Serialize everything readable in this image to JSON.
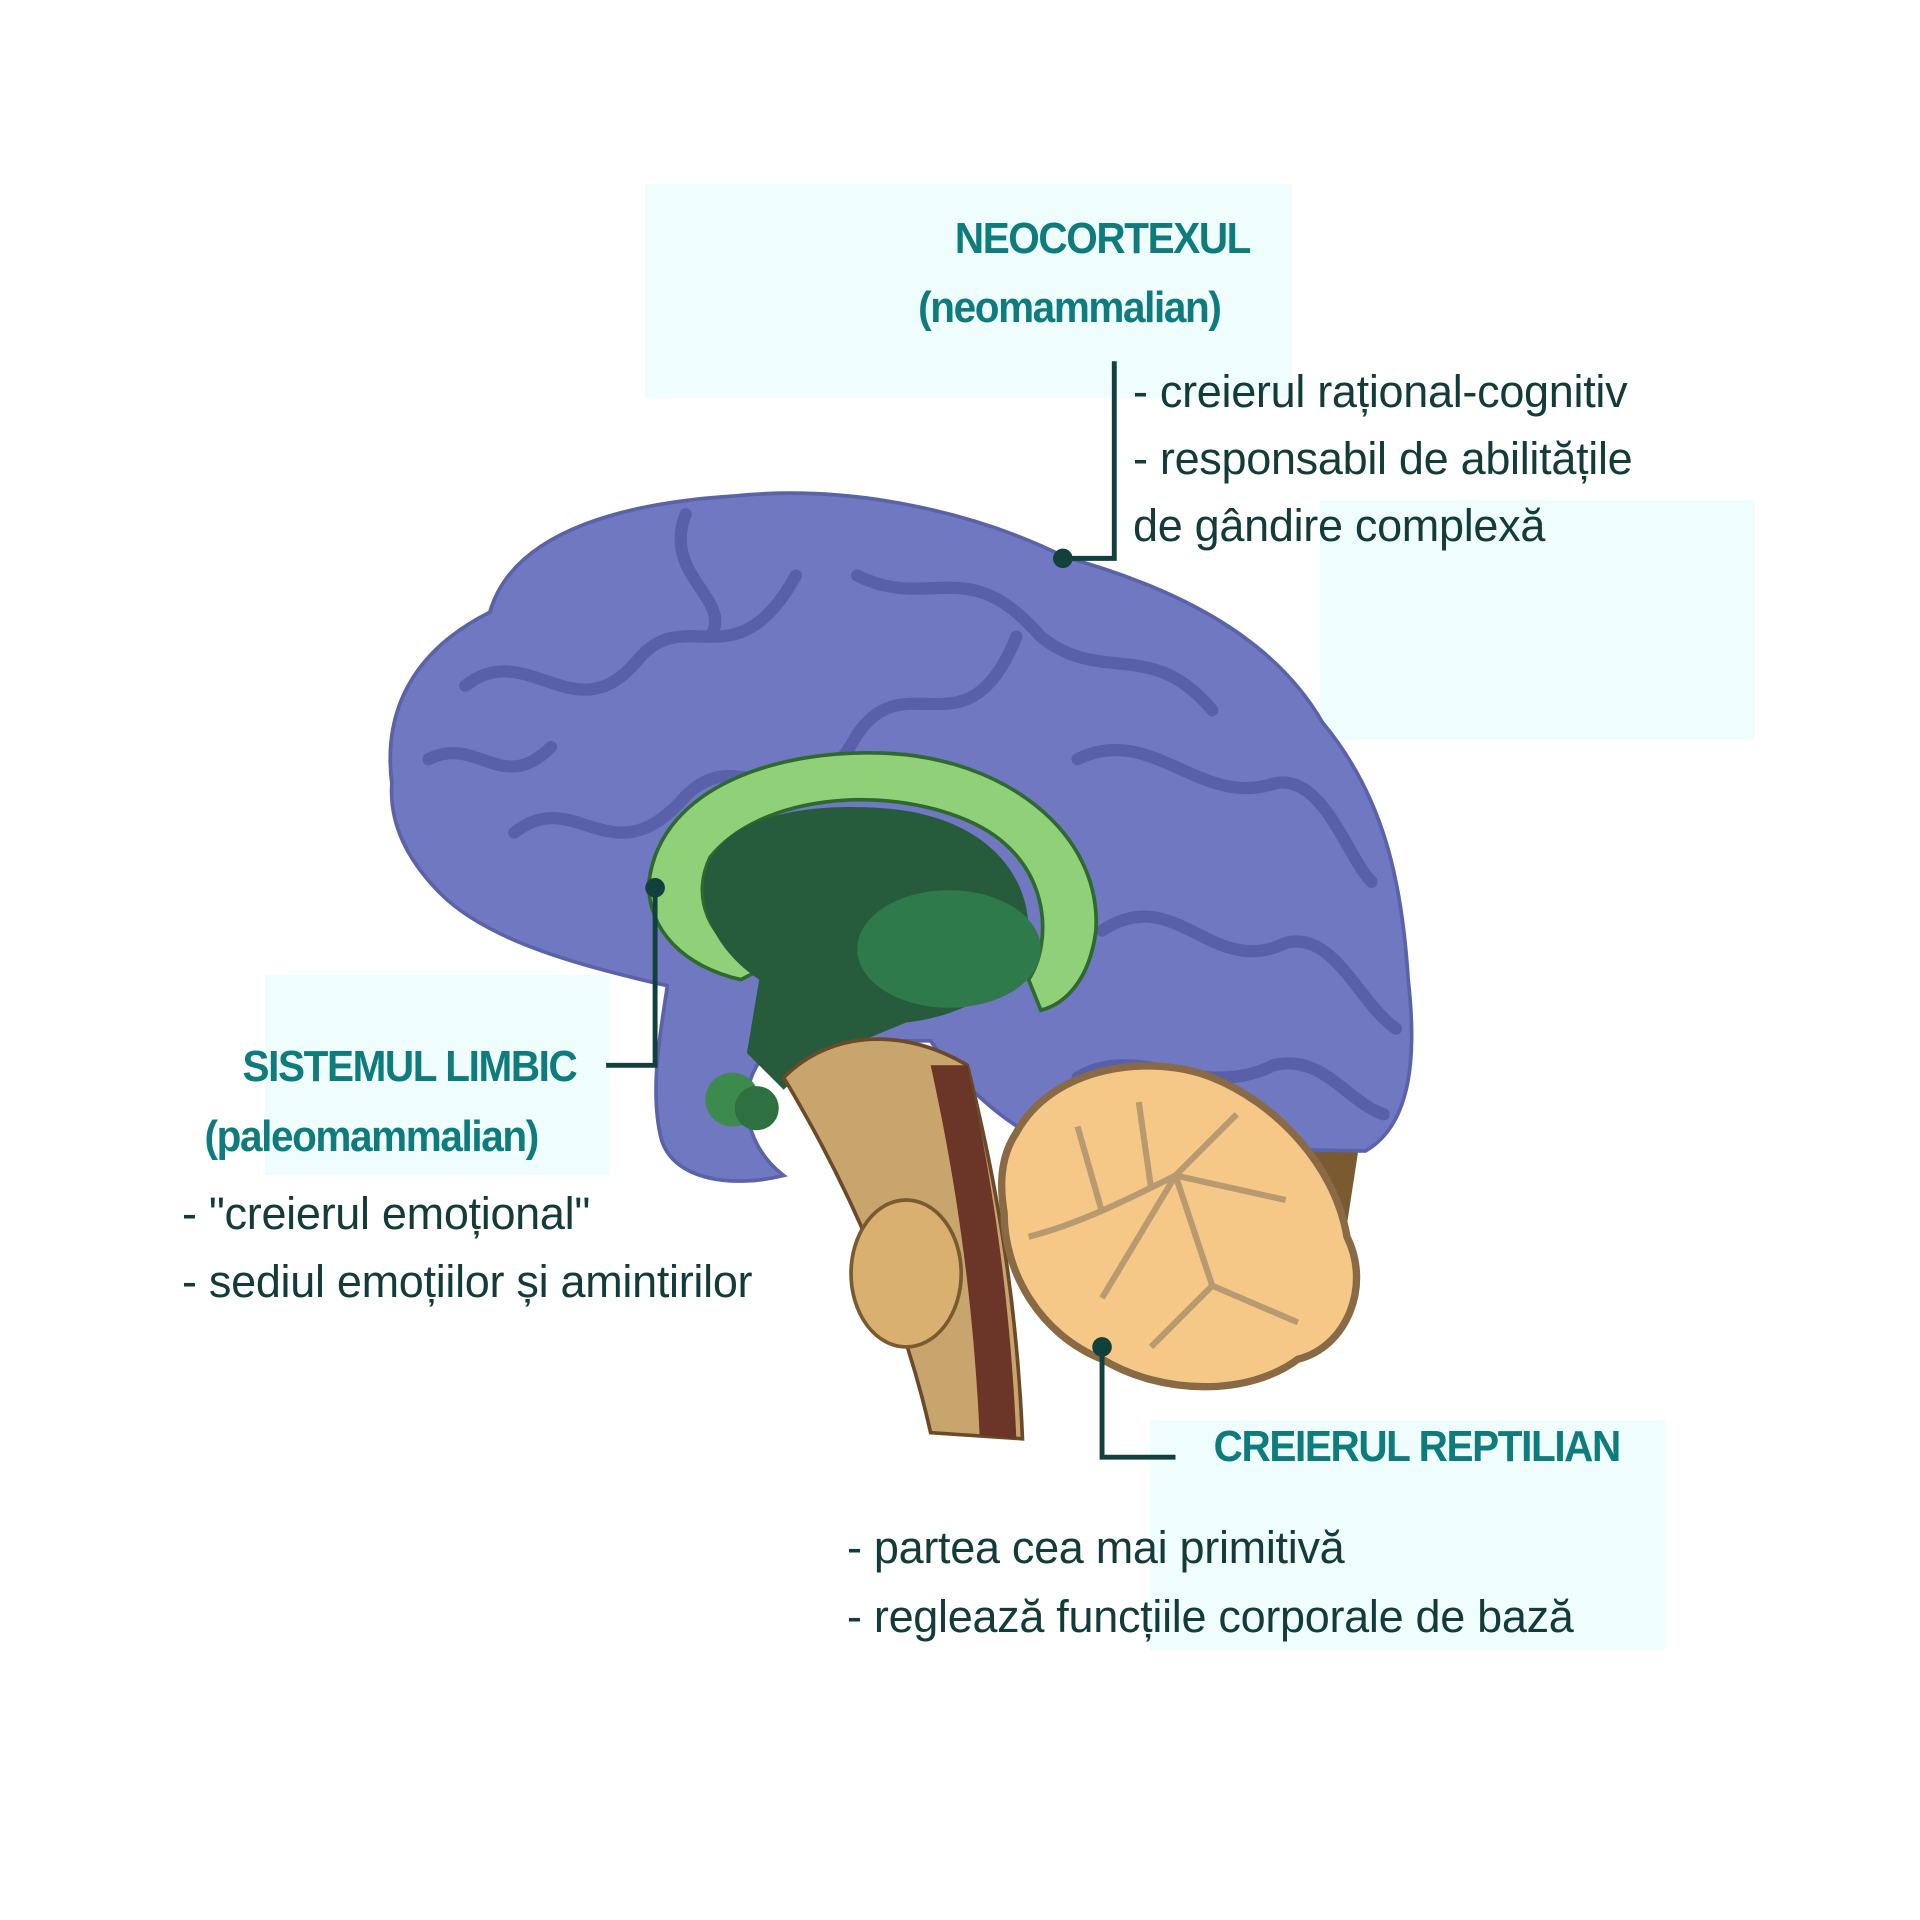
{
  "neocortex": {
    "title": "NEOCORTEXUL",
    "subtitle": "(neomammalian)",
    "bullets": [
      "- creierul rațional-cognitiv",
      "- responsabil de abilitățile",
      "de gândire complexă"
    ]
  },
  "limbic": {
    "title": "SISTEMUL LIMBIC",
    "subtitle": "(paleomammalian)",
    "bullets": [
      "- \"creierul emoțional\"",
      "- sediul emoțiilor și amintirilor"
    ]
  },
  "reptilian": {
    "title": "CREIERUL REPTILIAN",
    "bullets": [
      "- partea cea mai primitivă",
      "- reglează funcțiile corporale de bază"
    ]
  },
  "colors": {
    "title": "#0e7b7c",
    "text": "#133b3a",
    "cortex": "#6f78c0",
    "limbic": "#8fd079",
    "cerebellum": "#f5c887"
  }
}
